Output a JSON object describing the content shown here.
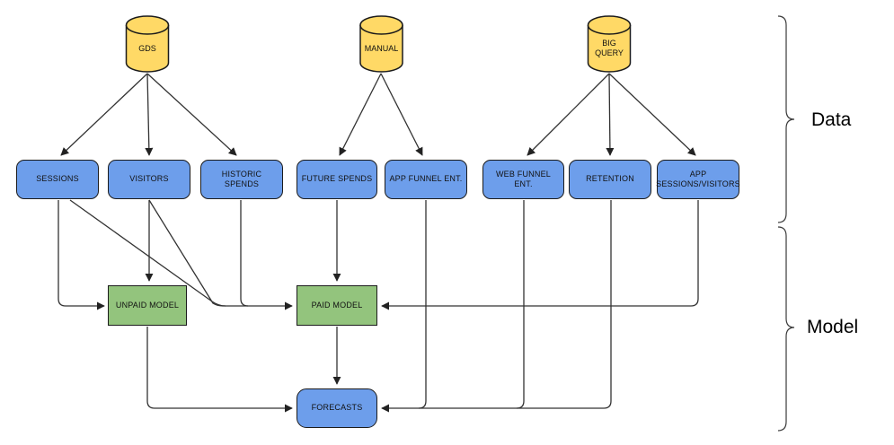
{
  "diagram": {
    "sources": [
      {
        "label": "GDS"
      },
      {
        "label": "MANUAL"
      },
      {
        "label": "BIG QUERY"
      }
    ],
    "data_nodes": [
      {
        "label": "SESSIONS"
      },
      {
        "label": "VISITORS"
      },
      {
        "label": "HISTORIC SPENDS"
      },
      {
        "label": "FUTURE SPENDS"
      },
      {
        "label": "APP FUNNEL ENT."
      },
      {
        "label": "WEB FUNNEL ENT."
      },
      {
        "label": "RETENTION"
      },
      {
        "label": "APP SESSIONS/VISITORS"
      }
    ],
    "model_nodes": [
      {
        "label": "UNPAID MODEL"
      },
      {
        "label": "PAID MODEL"
      }
    ],
    "output_node": {
      "label": "FORECASTS"
    },
    "group_labels": [
      {
        "label": "Data"
      },
      {
        "label": "Model"
      }
    ],
    "colors": {
      "source_fill": "#FFD966",
      "data_fill": "#6D9EEB",
      "model_fill": "#93C47D",
      "edge": "#333333"
    },
    "edges": [
      "GDS -> SESSIONS",
      "GDS -> VISITORS",
      "GDS -> HISTORIC SPENDS",
      "MANUAL -> FUTURE SPENDS",
      "MANUAL -> APP FUNNEL ENT.",
      "BIG QUERY -> WEB FUNNEL ENT.",
      "BIG QUERY -> RETENTION",
      "BIG QUERY -> APP SESSIONS/VISITORS",
      "SESSIONS -> UNPAID MODEL",
      "VISITORS -> UNPAID MODEL",
      "SESSIONS -> PAID MODEL",
      "VISITORS -> PAID MODEL",
      "HISTORIC SPENDS -> PAID MODEL",
      "FUTURE SPENDS -> PAID MODEL",
      "APP SESSIONS/VISITORS -> PAID MODEL",
      "UNPAID MODEL -> FORECASTS",
      "PAID MODEL -> FORECASTS",
      "APP FUNNEL ENT. -> FORECASTS",
      "WEB FUNNEL ENT. -> FORECASTS",
      "RETENTION -> FORECASTS"
    ]
  }
}
